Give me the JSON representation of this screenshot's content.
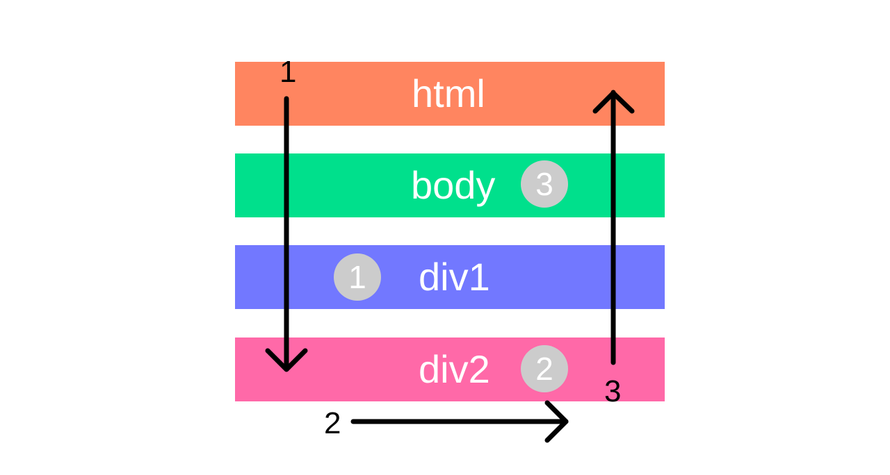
{
  "diagram": {
    "layers": [
      {
        "id": "html",
        "label": "html",
        "color": "#ff8560"
      },
      {
        "id": "body",
        "label": "body",
        "color": "#00e08c",
        "badge": "3"
      },
      {
        "id": "div1",
        "label": "div1",
        "color": "#7278ff",
        "badge": "1"
      },
      {
        "id": "div2",
        "label": "div2",
        "color": "#ff69a8",
        "badge": "2"
      }
    ],
    "steps": [
      {
        "number": "1",
        "direction": "down"
      },
      {
        "number": "2",
        "direction": "right"
      },
      {
        "number": "3",
        "direction": "up"
      }
    ]
  }
}
